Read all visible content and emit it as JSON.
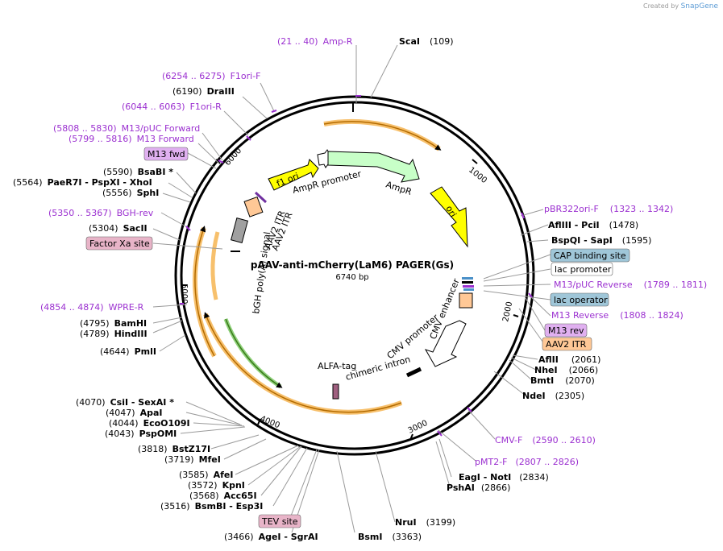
{
  "credit": {
    "prefix": "Created by",
    "brand": "SnapGene"
  },
  "plasmid": {
    "name": "pAAV-anti-mCherry(LaM6) PAGER(Gs)",
    "length": "6740 bp"
  },
  "colors": {
    "purple": "#9b30d0",
    "amp": "#b7b7ff",
    "orange": "#f0a030",
    "yellow": "#ffff00",
    "green_light": "#c8ffc8",
    "blue_box": "#9fc6d8",
    "pink_box": "#e8b4c8",
    "orange_box": "#ffc896",
    "violet_box": "#e0b0f0"
  },
  "ticks": [
    "1000",
    "2000",
    "3000",
    "4000",
    "5000",
    "6000"
  ],
  "inner_features": [
    "f1 ori",
    "AmpR promoter",
    "AmpR",
    "ori",
    "AAV2 ITR",
    "bGH poly(A) signal",
    "AAV2 ITR",
    "CMV enhancer",
    "CMV promoter",
    "chimeric intron",
    "ALFA-tag"
  ],
  "labels": [
    {
      "pos": "(21 .. 40)",
      "name": "Amp-R",
      "style": "purple"
    },
    {
      "name": "ScaI",
      "pos": "(109)",
      "style": "site"
    },
    {
      "pos": "(6254 .. 6275)",
      "name": "F1ori-F",
      "style": "purple"
    },
    {
      "pos": "(6190)",
      "name": "DraIII",
      "style": "site-left"
    },
    {
      "pos": "(6044 .. 6063)",
      "name": "F1ori-R",
      "style": "purple"
    },
    {
      "pos": "(5808 .. 5830)",
      "name": "M13/pUC Forward",
      "style": "purple"
    },
    {
      "pos": "(5799 .. 5816)",
      "name": "M13 Forward",
      "style": "purple"
    },
    {
      "name": "M13 fwd",
      "style": "box-violet"
    },
    {
      "pos": "(5590)",
      "name": "BsaBI *",
      "style": "site-left"
    },
    {
      "pos": "(5564)",
      "name": "PaeR7I - PspXI - XhoI",
      "style": "site-left"
    },
    {
      "pos": "(5556)",
      "name": "SphI",
      "style": "site-left"
    },
    {
      "pos": "(5350 .. 5367)",
      "name": "BGH-rev",
      "style": "purple"
    },
    {
      "pos": "(5304)",
      "name": "SacII",
      "style": "site-left"
    },
    {
      "name": "Factor Xa site",
      "style": "box-pink"
    },
    {
      "pos": "(4854 .. 4874)",
      "name": "WPRE-R",
      "style": "purple"
    },
    {
      "pos": "(4795)",
      "name": "BamHI",
      "style": "site-left"
    },
    {
      "pos": "(4789)",
      "name": "HindIII",
      "style": "site-left"
    },
    {
      "pos": "(4644)",
      "name": "PmlI",
      "style": "site-left"
    },
    {
      "pos": "(4070)",
      "name": "CsiI - SexAI *",
      "style": "site-left"
    },
    {
      "pos": "(4047)",
      "name": "ApaI",
      "style": "site-left"
    },
    {
      "pos": "(4044)",
      "name": "EcoO109I",
      "style": "site-left"
    },
    {
      "pos": "(4043)",
      "name": "PspOMI",
      "style": "site-left"
    },
    {
      "pos": "(3818)",
      "name": "BstZ17I",
      "style": "site-left"
    },
    {
      "pos": "(3719)",
      "name": "MfeI",
      "style": "site-left"
    },
    {
      "pos": "(3585)",
      "name": "AfeI",
      "style": "site-left"
    },
    {
      "pos": "(3572)",
      "name": "KpnI",
      "style": "site-left"
    },
    {
      "pos": "(3568)",
      "name": "Acc65I",
      "style": "site-left"
    },
    {
      "pos": "(3516)",
      "name": "BsmBI - Esp3I",
      "style": "site-left"
    },
    {
      "name": "TEV site",
      "style": "box-pink"
    },
    {
      "pos": "(3466)",
      "name": "AgeI - SgrAI",
      "style": "site-left"
    },
    {
      "name": "BsmI",
      "pos": "(3363)",
      "style": "site"
    },
    {
      "name": "NruI",
      "pos": "(3199)",
      "style": "site"
    },
    {
      "name": "EagI - NotI",
      "pos": "(2834)",
      "style": "site"
    },
    {
      "name": "PshAI",
      "pos": "(2866)",
      "style": "site"
    },
    {
      "name": "pMT2-F",
      "pos": "(2807 .. 2826)",
      "style": "purple"
    },
    {
      "name": "CMV-F",
      "pos": "(2590 .. 2610)",
      "style": "purple"
    },
    {
      "name": "NdeI",
      "pos": "(2305)",
      "style": "site"
    },
    {
      "name": "BmtI",
      "pos": "(2070)",
      "style": "site"
    },
    {
      "name": "NheI",
      "pos": "(2066)",
      "style": "site"
    },
    {
      "name": "AflII",
      "pos": "(2061)",
      "style": "site"
    },
    {
      "name": "AAV2 ITR",
      "style": "box-orange"
    },
    {
      "name": "M13 rev",
      "style": "box-violet"
    },
    {
      "name": "M13 Reverse",
      "pos": "(1808 .. 1824)",
      "style": "purple"
    },
    {
      "name": "lac operator",
      "style": "box-blue"
    },
    {
      "name": "M13/pUC Reverse",
      "pos": "(1789 .. 1811)",
      "style": "purple"
    },
    {
      "name": "lac promoter",
      "style": "box-white"
    },
    {
      "name": "CAP binding site",
      "style": "box-blue"
    },
    {
      "name": "BspQI - SapI",
      "pos": "(1595)",
      "style": "site"
    },
    {
      "name": "AflIII - PciI",
      "pos": "(1478)",
      "style": "site"
    },
    {
      "name": "pBR322ori-F",
      "pos": "(1323 .. 1342)",
      "style": "purple"
    }
  ]
}
